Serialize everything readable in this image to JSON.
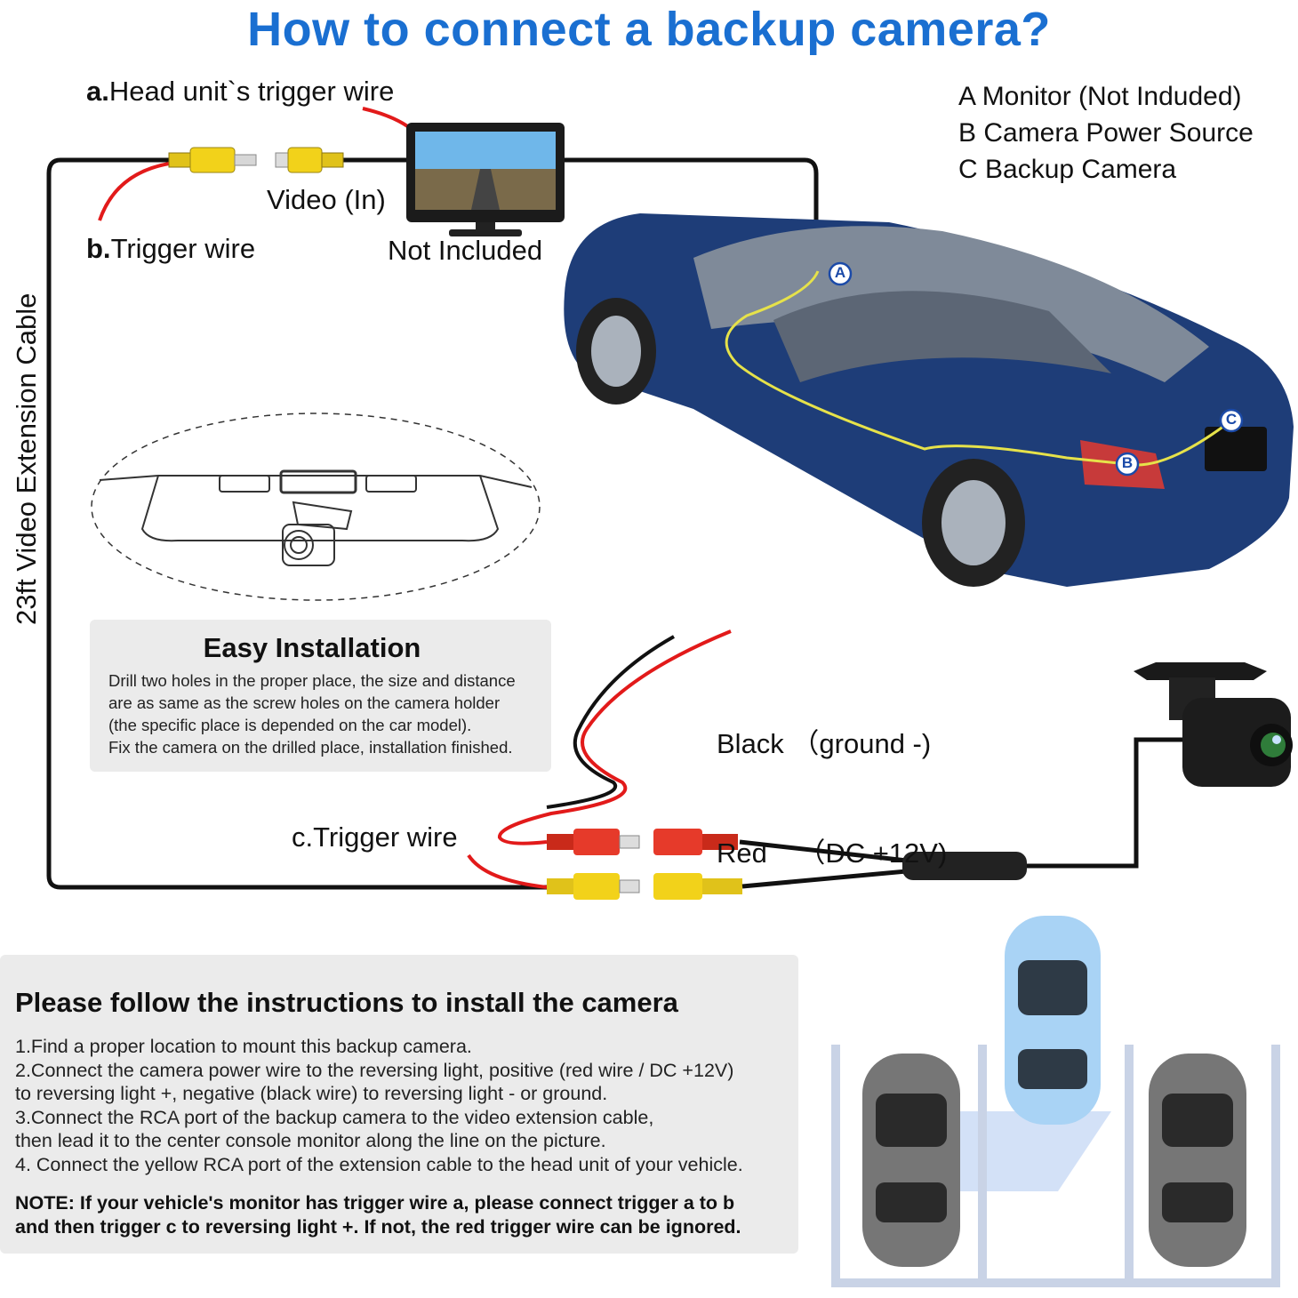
{
  "title": "How to connect a backup camera?",
  "labels": {
    "head_unit_wire_prefix": "a.",
    "head_unit_wire": "Head unit`s trigger wire",
    "video_in": "Video (In)",
    "trigger_b_prefix": "b.",
    "trigger_b": "Trigger wire",
    "not_included": "Not Included",
    "extension_cable": "23ft Video Extension Cable",
    "trigger_c": "c.Trigger wire",
    "black_wire": "Black （ground -)",
    "red_wire": "Red    （DC +12V)"
  },
  "markers": {
    "a": "A",
    "b": "B",
    "c": "C"
  },
  "legend": [
    "A Monitor (Not Induded)",
    "B Camera Power Source",
    "C Backup Camera"
  ],
  "easy_installation": {
    "title": "Easy Installation",
    "lines": [
      "Drill two holes in the proper place, the size and distance",
      "are as same as the screw holes on the camera holder",
      "(the specific place is depended on the car model).",
      "Fix the camera on the drilled place, installation finished."
    ]
  },
  "instructions": {
    "title": "Please follow the instructions to install the camera",
    "steps": [
      "1.Find a proper location to mount this backup camera.",
      "2.Connect the camera power wire to the reversing light, positive (red wire / DC +12V)",
      "to reversing light +, negative (black wire) to reversing light - or ground.",
      "3.Connect the RCA port of the backup camera to the video extension cable,",
      "then lead it to the center console monitor along the line on the picture.",
      "4. Connect the yellow RCA port of the extension cable to the head unit of your vehicle."
    ],
    "note": [
      "NOTE: If your vehicle's monitor has trigger wire a, please connect trigger a to b",
      "and then trigger c to reversing light +. If not, the red trigger wire can be ignored."
    ]
  },
  "colors": {
    "title": "#1a6fd1",
    "wire_black": "#111111",
    "wire_red": "#e21a1a",
    "rca_yellow": "#f2d21a",
    "rca_red": "#e63a2a",
    "car_body": "#1e3d78",
    "signal_wire": "#e6e24a",
    "panel_bg": "#ebebeb"
  }
}
